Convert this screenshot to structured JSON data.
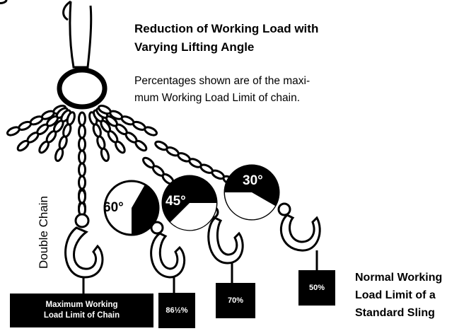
{
  "title": {
    "line1": "Reduction of Working Load with",
    "line2": "Varying Lifting Angle"
  },
  "description": {
    "line1": "Percentages shown are of the maxi-",
    "line2": "mum Working Load Limit of chain."
  },
  "side_label": "Double Chain",
  "boxes": {
    "main_line1": "Maximum Working",
    "main_line2": "Load Limit of Chain",
    "pct1": "86½%",
    "pct2": "70%",
    "pct3": "50%"
  },
  "angles": {
    "a60": "60°",
    "a45": "45°",
    "a30": "30°"
  },
  "normal": {
    "line1": "Normal Working",
    "line2": "Load Limit of a",
    "line3": "Standard Sling"
  }
}
